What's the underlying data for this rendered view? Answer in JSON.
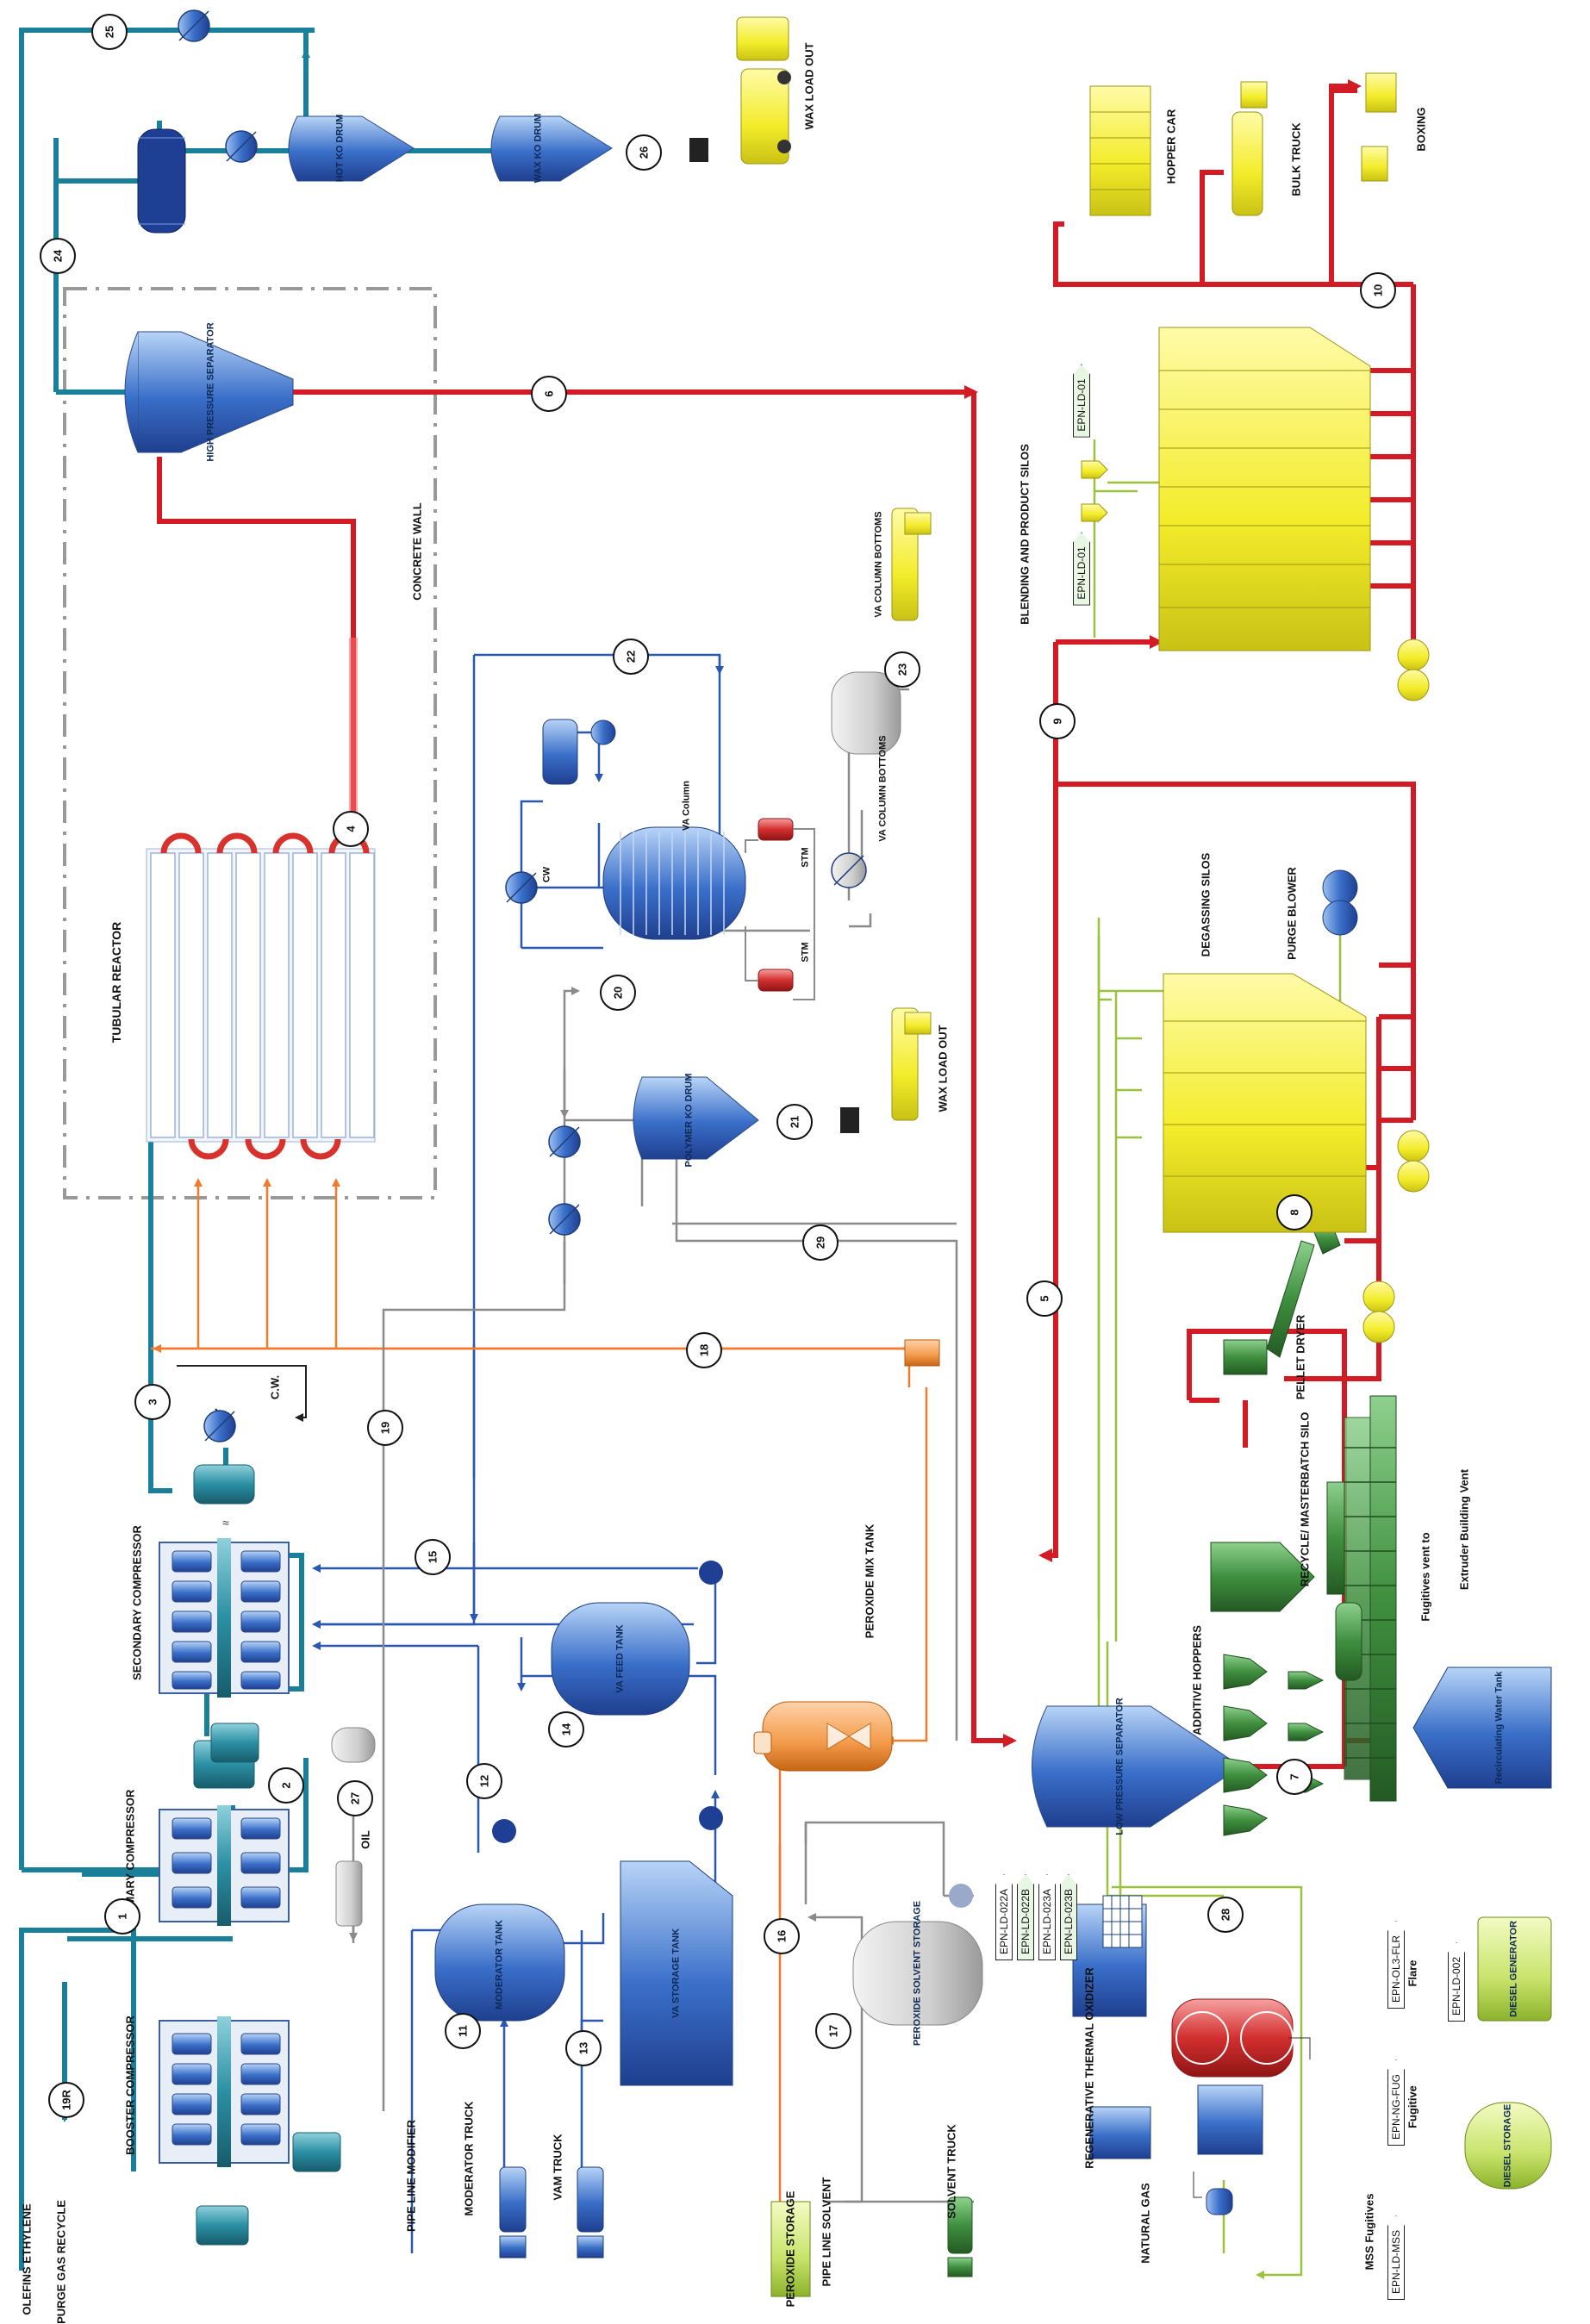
{
  "colors": {
    "gas_line": "#1a7f99",
    "polymer_line": "#d21b24",
    "cooling_water_line": "#f07b2c",
    "liquid_line": "#2a58b0",
    "utility_line": "#8a8a8a",
    "vent_line": "#9bc23c",
    "vessel_blue": "#2f5fb8",
    "silo_yellow": "#f4ef2e",
    "extruder_green": "#3f8f3f"
  },
  "labels": {
    "olefins_ethylene": "OLEFINS ETHYLENE",
    "purge_gas_recycle": "PURGE GAS RECYCLE",
    "booster_compressor": "BOOSTER COMPRESSOR",
    "primary_compressor": "PRIMARY COMPRESSOR",
    "secondary_compressor": "SECONDARY COMPRESSOR",
    "cw": "C.W.",
    "tubular_reactor": "TUBULAR REACTOR",
    "concrete_wall": "CONCRETE WALL",
    "high_pressure_separator": "HIGH PRESSURE SEPARATOR",
    "hot_ko_drum": "HOT KO DRUM",
    "wax_ko_drum": "WAX KO DRUM",
    "wax_load_out_top": "WAX LOAD OUT",
    "wax_load_out_mid": "WAX LOAD OUT",
    "oil": "OIL",
    "pipe_line_modifier": "PIPE LINE MODIFIER",
    "moderator_truck": "MODERATOR TRUCK",
    "moderator_tank": "MODERATOR TANK",
    "vam_truck": "VAM TRUCK",
    "va_storage_tank": "VA STORAGE TANK",
    "va_feed_tank": "VA FEED TANK",
    "va_column": "VA Column",
    "cw_small": "CW",
    "stm_top": "STM",
    "stm_bottom": "STM",
    "va_column_bottoms": "VA COLUMN BOTTOMS",
    "va_column_bottoms_truck": "VA COLUMN BOTTOMS",
    "polymer_ko_drum": "POLYMER KO DRUM",
    "peroxide_mix_tank": "PEROXIDE MIX TANK",
    "peroxide_storage": "PEROXIDE STORAGE",
    "pipe_line_solvent": "PIPE LINE SOLVENT",
    "peroxide_solvent_storage": "PEROXIDE SOLVENT STORAGE",
    "solvent_truck": "SOLVENT TRUCK",
    "low_pressure_separator": "LOW PRESSURE SEPARATOR",
    "regenerative_thermal_oxidizer": "REGENERATIVE THERMAL OXIDIZER",
    "natural_gas": "NATURAL GAS",
    "additive_hoppers": "ADDITIVE HOPPERS",
    "recycle_masterbatch_silo": "RECYCLE/ MASTERBATCH SILO",
    "fugitives_vent_to": "Fugitives vent to",
    "extruder_building_vent": "Extruder Building Vent",
    "recirculating_water_tank": "Recirculating Water Tank",
    "pellet_dryer": "PELLET DRYER",
    "degassing_silos": "DEGASSING SILOS",
    "purge_blower": "PURGE BLOWER",
    "blending_and_product_silos": "BLENDING AND PRODUCT SILOS",
    "hopper_car": "HOPPER CAR",
    "bulk_truck": "BULK TRUCK",
    "boxing": "BOXING",
    "mss_fugitives": "MSS Fugitives",
    "fugitive": "Fugitive",
    "flare": "Flare",
    "diesel_storage": "DIESEL STORAGE",
    "diesel_generator": "DIESEL GENERATOR"
  },
  "stream_numbers": [
    "1",
    "2",
    "3",
    "4",
    "5",
    "6",
    "7",
    "8",
    "9",
    "10",
    "11",
    "12",
    "13",
    "14",
    "15",
    "16",
    "17",
    "18",
    "19",
    "20",
    "21",
    "22",
    "23",
    "24",
    "25",
    "26",
    "27",
    "28",
    "29",
    "19R"
  ],
  "emission_points": {
    "epn_ld_022a": "EPN-LD-022A",
    "epn_ld_022b": "EPN-LD-022B",
    "epn_ld_023a": "EPN-LD-023A",
    "epn_ld_023b": "EPN-LD-023B",
    "epn_ld_01a": "EPN-LD-01",
    "epn_ld_01b": "EPN-LD-01",
    "epn_ld_mss": "EPN-LD-MSS",
    "epn_ng_fug": "EPN-NG-FUG",
    "epn_ol3_flr": "EPN-OL3-FLR",
    "epn_ld_002": "EPN-LD-002"
  }
}
